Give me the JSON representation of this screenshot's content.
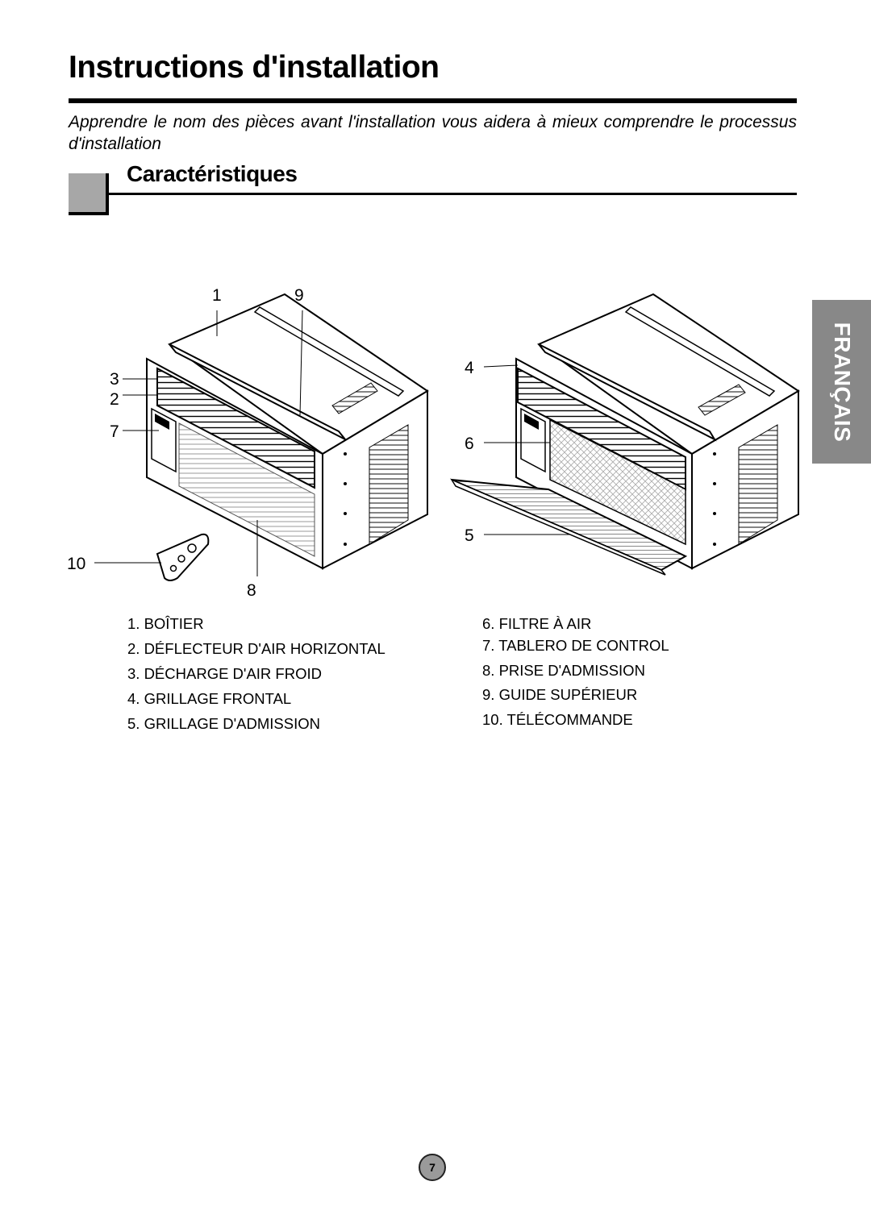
{
  "header": {
    "title": "Instructions d'installation",
    "intro": "Apprendre le nom des pièces avant l'installation vous aidera à mieux comprendre le processus d'installation"
  },
  "section": {
    "title": "Caractéristiques"
  },
  "side_tab": {
    "label": "FRANÇAIS"
  },
  "figure": {
    "callouts": [
      "1",
      "9",
      "3",
      "2",
      "7",
      "10",
      "8",
      "4",
      "6",
      "5"
    ]
  },
  "legend": {
    "left": [
      "1. BOÎTIER",
      "2. DÉFLECTEUR D'AIR HORIZONTAL",
      "3. DÉCHARGE D'AIR FROID",
      "4. GRILLAGE FRONTAL",
      "5. GRILLAGE D'ADMISSION"
    ],
    "right": [
      "6. FILTRE À AIR",
      "7. TABLERO DE CONTROL",
      "8. PRISE D'ADMISSION",
      "9. GUIDE SUPÉRIEUR",
      "10. TÉLÉCOMMANDE"
    ]
  },
  "footer": {
    "page_number": "7"
  }
}
